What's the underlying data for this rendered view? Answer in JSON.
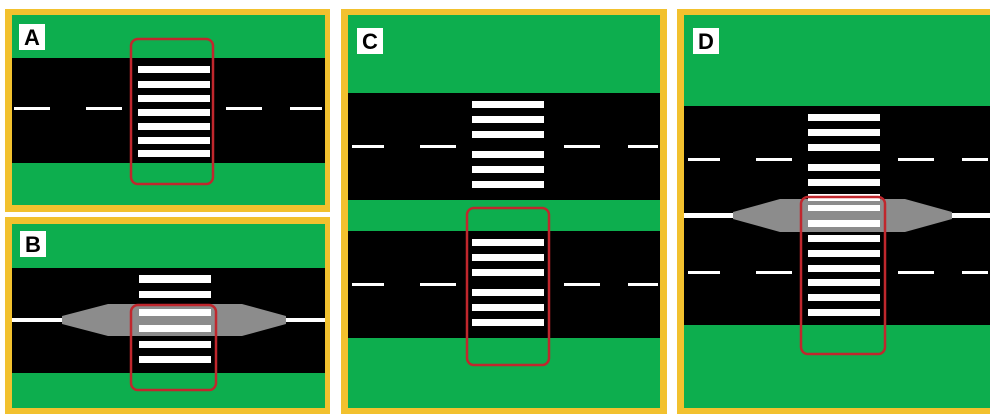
{
  "panels": [
    {
      "id": "A",
      "label": "A"
    },
    {
      "id": "B",
      "label": "B"
    },
    {
      "id": "C",
      "label": "C"
    },
    {
      "id": "D",
      "label": "D"
    }
  ],
  "colors": {
    "frame": "#F2C12E",
    "grass": "#0DAE4E",
    "road": "#000000",
    "stripe": "#FFFFFF",
    "highlight": "#C0272D",
    "refuge_island": "#8C8C8C"
  }
}
